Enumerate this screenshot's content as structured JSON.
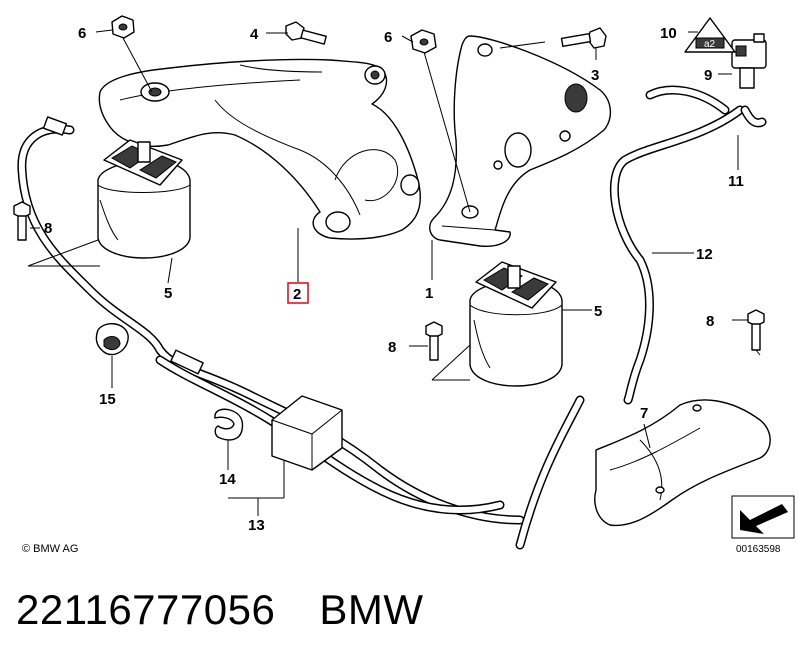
{
  "diagram": {
    "callouts": {
      "c1": "1",
      "c2": "2",
      "c3": "3",
      "c4": "4",
      "c5a": "5",
      "c5b": "5",
      "c6a": "6",
      "c6b": "6",
      "c7": "7",
      "c8a": "8",
      "c8b": "8",
      "c8c": "8",
      "c9": "9",
      "c10": "10",
      "c11": "11",
      "c12": "12",
      "c13": "13",
      "c14": "14",
      "c15": "15"
    },
    "highlighted_callout": "2",
    "warning_label": "a2",
    "copyright": "© BMW AG",
    "drawing_number": "00163598"
  },
  "caption": {
    "part_number": "22116777056",
    "brand": "BMW"
  },
  "colors": {
    "highlight": "#e0141e",
    "line": "#000000"
  }
}
